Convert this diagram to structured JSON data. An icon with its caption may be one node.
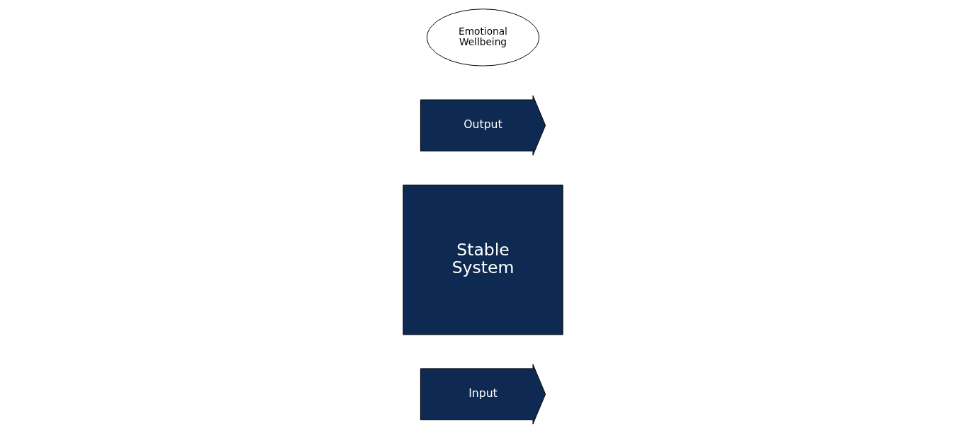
{
  "diagram": {
    "nodes": [
      {
        "text": [
          "Emotional Wellbeing"
        ]
      },
      {
        "text": [
          "Input"
        ]
      },
      {
        "text": [
          "Stable System"
        ]
      },
      {
        "text": [
          "Output"
        ]
      }
    ]
  }
}
